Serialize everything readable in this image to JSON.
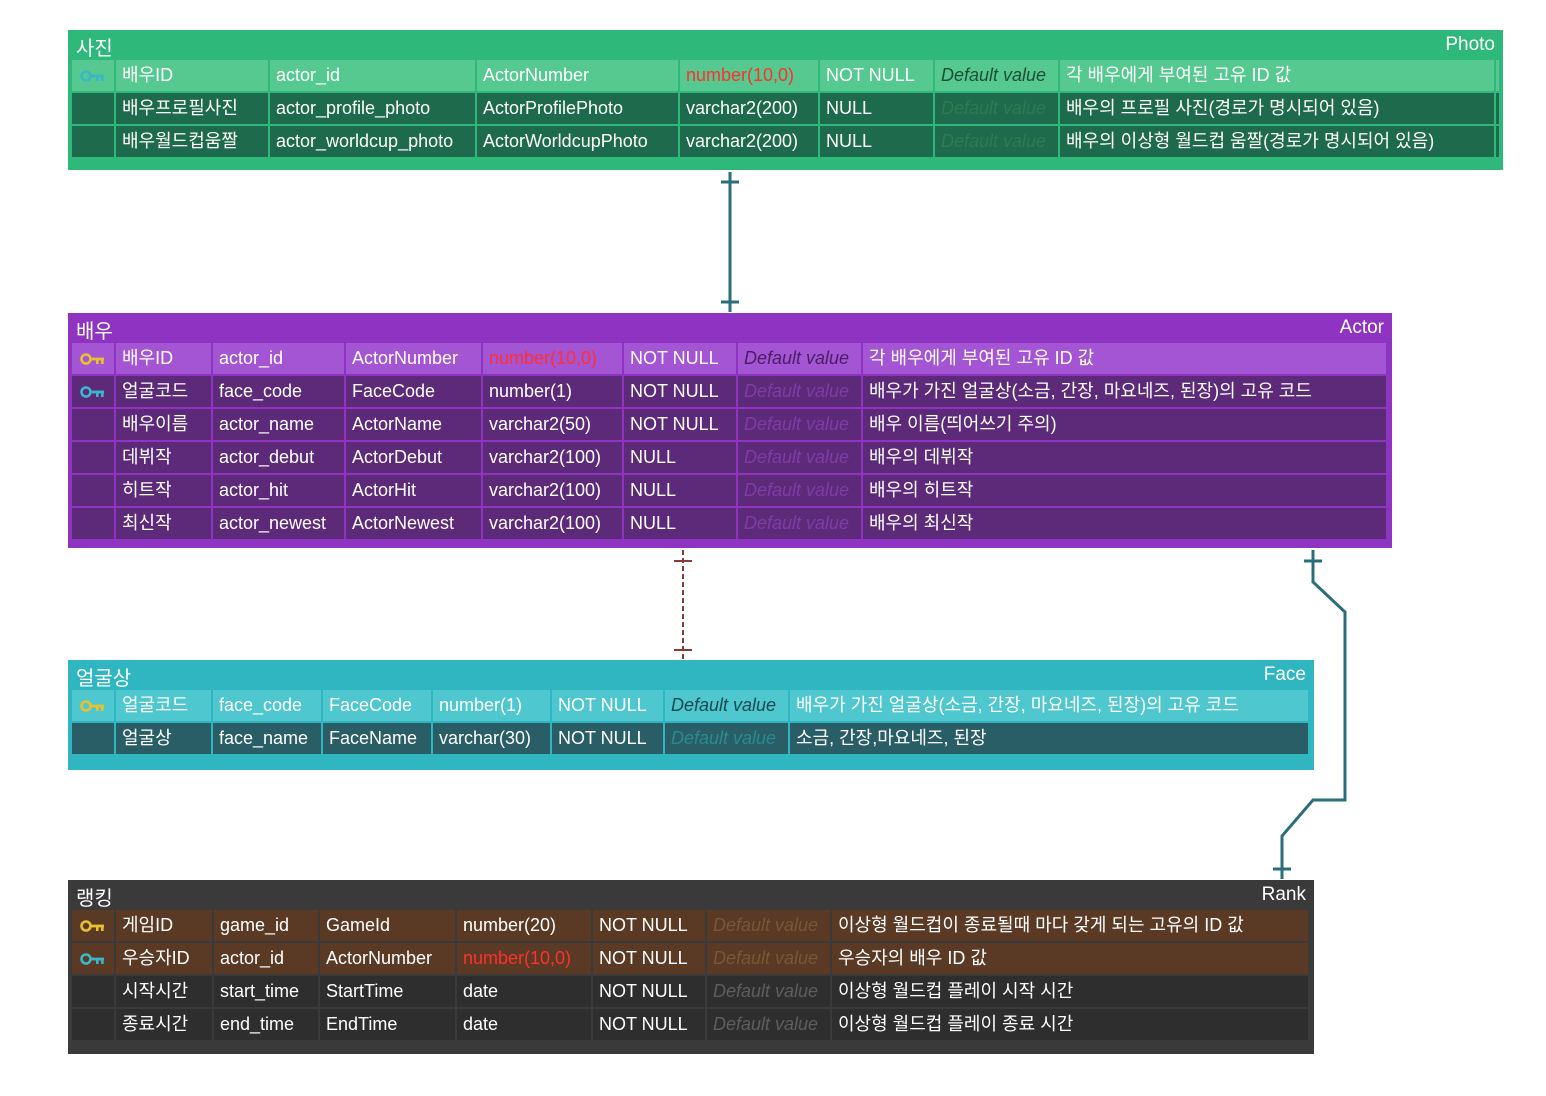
{
  "colors": {
    "photo": "#2eb87a",
    "actor": "#8f34c2",
    "face": "#2fb6c0",
    "rank": "#3a3a3a",
    "primary_key_icon": "#e8c030",
    "foreign_key_icon": "#3ab8c8",
    "red_type": "#ff3030",
    "connector": "#2a6e7a",
    "connector_dashed": "#8a3a3a"
  },
  "photo": {
    "korean_name": "사진",
    "english_name": "Photo",
    "rows": [
      {
        "icon": "foreign-key-icon",
        "logical": "배우ID",
        "physical": "actor_id",
        "attribute": "ActorNumber",
        "type": "number(10,0)",
        "type_red": true,
        "nullable": "NOT NULL",
        "default": "Default value",
        "comment": "각 배우에게 부여된 고유 ID 값"
      },
      {
        "icon": "",
        "logical": "배우프로필사진",
        "physical": "actor_profile_photo",
        "attribute": "ActorProfilePhoto",
        "type": "varchar2(200)",
        "type_red": false,
        "nullable": "NULL",
        "default": "Default value",
        "comment": "배우의 프로필 사진(경로가 명시되어 있음)"
      },
      {
        "icon": "",
        "logical": "배우월드컵움짤",
        "physical": "actor_worldcup_photo",
        "attribute": "ActorWorldcupPhoto",
        "type": "varchar2(200)",
        "type_red": false,
        "nullable": "NULL",
        "default": "Default value",
        "comment": "배우의 이상형 월드컵 움짤(경로가 명시되어 있음)"
      }
    ]
  },
  "actor": {
    "korean_name": "배우",
    "english_name": "Actor",
    "rows": [
      {
        "icon": "primary-key-icon",
        "logical": "배우ID",
        "physical": "actor_id",
        "attribute": "ActorNumber",
        "type": "number(10,0)",
        "type_red": true,
        "nullable": "NOT NULL",
        "default": "Default value",
        "comment": "각 배우에게 부여된 고유 ID 값"
      },
      {
        "icon": "foreign-key-icon",
        "logical": "얼굴코드",
        "physical": "face_code",
        "attribute": "FaceCode",
        "type": "number(1)",
        "type_red": false,
        "nullable": "NOT NULL",
        "default": "Default value",
        "comment": "배우가 가진 얼굴상(소금, 간장, 마요네즈, 된장)의 고유 코드"
      },
      {
        "icon": "",
        "logical": "배우이름",
        "physical": "actor_name",
        "attribute": "ActorName",
        "type": "varchar2(50)",
        "type_red": false,
        "nullable": "NOT NULL",
        "default": "Default value",
        "comment": "배우 이름(띄어쓰기 주의)"
      },
      {
        "icon": "",
        "logical": "데뷔작",
        "physical": "actor_debut",
        "attribute": "ActorDebut",
        "type": "varchar2(100)",
        "type_red": false,
        "nullable": "NULL",
        "default": "Default value",
        "comment": "배우의 데뷔작"
      },
      {
        "icon": "",
        "logical": "히트작",
        "physical": "actor_hit",
        "attribute": "ActorHit",
        "type": "varchar2(100)",
        "type_red": false,
        "nullable": "NULL",
        "default": "Default value",
        "comment": "배우의 히트작"
      },
      {
        "icon": "",
        "logical": "최신작",
        "physical": "actor_newest",
        "attribute": "ActorNewest",
        "type": "varchar2(100)",
        "type_red": false,
        "nullable": "NULL",
        "default": "Default value",
        "comment": "배우의 최신작"
      }
    ]
  },
  "face": {
    "korean_name": "얼굴상",
    "english_name": "Face",
    "rows": [
      {
        "icon": "primary-key-icon",
        "logical": "얼굴코드",
        "physical": "face_code",
        "attribute": "FaceCode",
        "type": "number(1)",
        "type_red": false,
        "nullable": "NOT NULL",
        "default": "Default value",
        "comment": "배우가 가진 얼굴상(소금, 간장, 마요네즈, 된장)의 고유 코드"
      },
      {
        "icon": "",
        "logical": "얼굴상",
        "physical": "face_name",
        "attribute": "FaceName",
        "type": "varchar(30)",
        "type_red": false,
        "nullable": "NOT NULL",
        "default": "Default value",
        "comment": "소금, 간장,마요네즈, 된장"
      }
    ]
  },
  "rank": {
    "korean_name": "랭킹",
    "english_name": "Rank",
    "rows": [
      {
        "icon": "primary-key-icon",
        "logical": "게임ID",
        "physical": "game_id",
        "attribute": "GameId",
        "type": "number(20)",
        "type_red": false,
        "nullable": "NOT NULL",
        "default": "Default value",
        "comment": "이상형 월드컵이 종료될때 마다 갖게 되는 고유의 ID 값"
      },
      {
        "icon": "foreign-key-icon",
        "logical": "우승자ID",
        "physical": "actor_id",
        "attribute": "ActorNumber",
        "type": "number(10,0)",
        "type_red": true,
        "nullable": "NOT NULL",
        "default": "Default value",
        "comment": "우승자의 배우 ID 값"
      },
      {
        "icon": "",
        "logical": "시작시간",
        "physical": "start_time",
        "attribute": "StartTime",
        "type": "date",
        "type_red": false,
        "nullable": "NOT NULL",
        "default": "Default value",
        "comment": "이상형 월드컵 플레이 시작 시간"
      },
      {
        "icon": "",
        "logical": "종료시간",
        "physical": "end_time",
        "attribute": "EndTime",
        "type": "date",
        "type_red": false,
        "nullable": "NOT NULL",
        "default": "Default value",
        "comment": "이상형 월드컵 플레이 종료 시간"
      }
    ]
  }
}
